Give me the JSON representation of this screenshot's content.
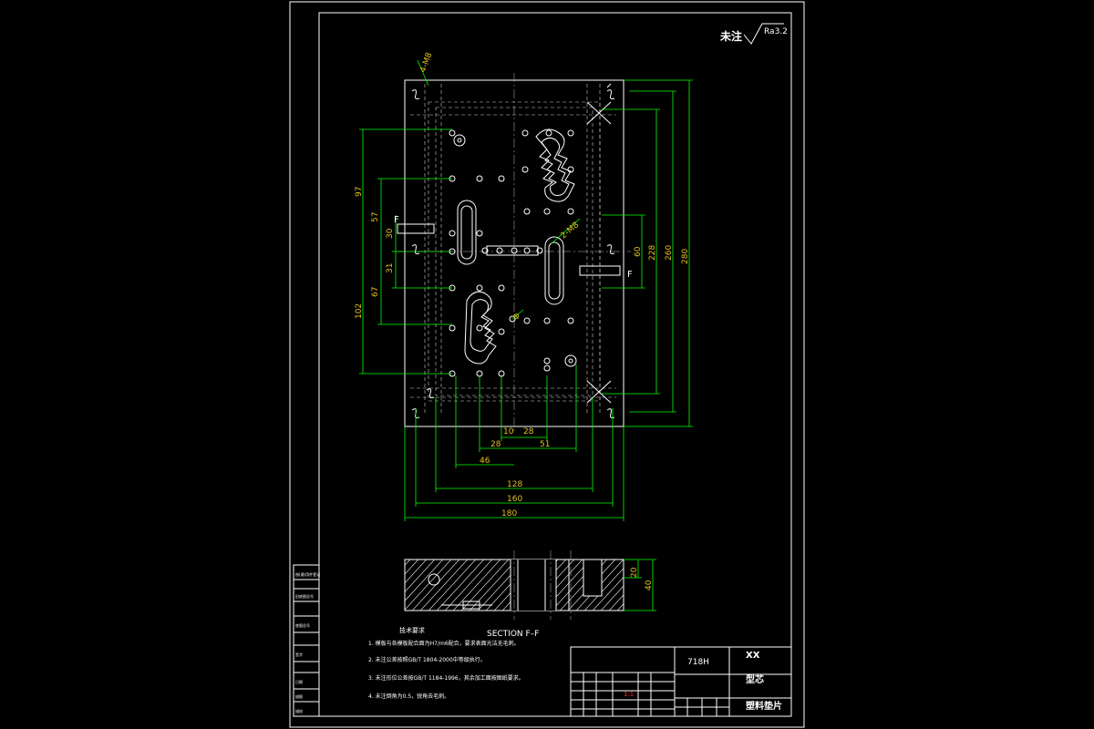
{
  "surface_note": {
    "text": "未注",
    "roughness": "Ra3.2"
  },
  "dims": {
    "holes_4": "4-M8",
    "holes_2": "2-M8",
    "phi": "Φ",
    "v97": "97",
    "v57": "57",
    "v30": "30",
    "v31": "31",
    "v67": "67",
    "v102": "102",
    "v60": "60",
    "v228": "228",
    "v260": "260",
    "v280": "280",
    "h10": "10",
    "h28a": "28",
    "h28b": "28",
    "h51": "51",
    "h46": "46",
    "h128": "128",
    "h160": "160",
    "h180": "180",
    "s20": "20",
    "s40": "40"
  },
  "section": {
    "marker": "F",
    "label": "SECTION F–F"
  },
  "notes": {
    "title": "技术要求",
    "items": [
      "1. 模板与各模板配合面为H7/m6配合，要求表面光洁无毛刺。",
      "2. 未注公差按照GB/T 1804-2000中等级执行。",
      "3. 未注形位公差按GB/T 1184-1996，其余加工面按图纸要求。",
      "4. 未注倒角为0.5，锐角去毛刺。"
    ]
  },
  "title_block": {
    "material": "718H",
    "company": "XX",
    "part_name": "型芯",
    "drawing_name": "塑料垫片",
    "stamp": "1:1"
  },
  "left_strip": [
    "借(通)用件登记",
    "",
    "旧底图总号",
    "",
    "底图总号",
    "",
    "签字",
    "",
    "日期",
    "",
    "描图",
    "",
    "描校"
  ],
  "colors": {
    "background": "#000000",
    "line": "#ffffff",
    "dimension": "#00ff00",
    "text": "#e0c020"
  }
}
